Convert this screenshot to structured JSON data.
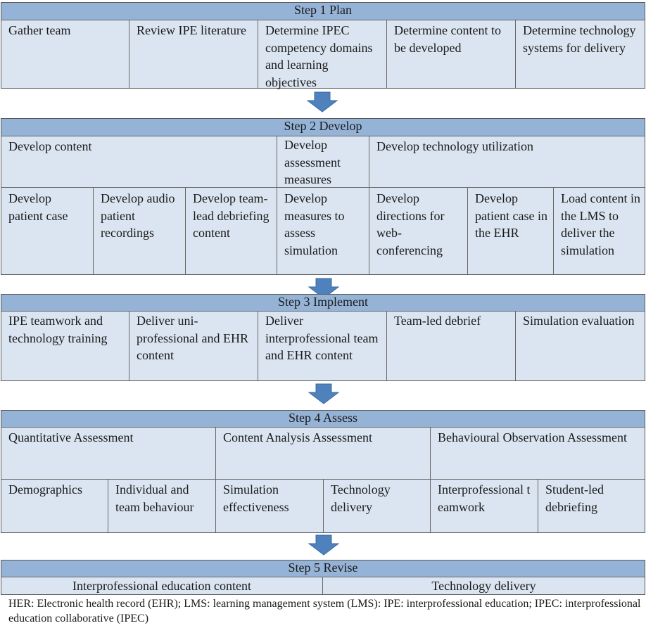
{
  "steps": [
    {
      "header": "Step 1 Plan",
      "rows": [
        [
          "Gather team",
          "Review IPE literature",
          "Determine IPEC competency domains and learning objectives",
          "Determine content to be developed",
          "Determine technology systems for delivery"
        ]
      ]
    },
    {
      "header": "Step 2 Develop",
      "rows": [
        [
          "Develop content",
          "Develop assessment measures",
          "Develop technology utilization"
        ],
        [
          "Develop patient case",
          "Develop audio patient recordings",
          "Develop team-lead debriefing content",
          "Develop measures to assess simulation",
          "Develop directions for web-conferencing",
          "Develop patient case in the EHR",
          "Load content in the LMS to deliver the simulation"
        ]
      ]
    },
    {
      "header": "Step 3 Implement",
      "rows": [
        [
          "IPE teamwork and technology training",
          "Deliver uni-professional and EHR content",
          "Deliver interprofessional team and EHR content",
          "Team-led debrief",
          "Simulation evaluation"
        ]
      ]
    },
    {
      "header": "Step 4 Assess",
      "rows": [
        [
          "Quantitative Assessment",
          "Content Analysis Assessment",
          "Behavioural Observation Assessment"
        ],
        [
          "Demographics",
          "Individual and team behaviour",
          "Simulation effectiveness",
          "Technology delivery",
          "Interprofessional teamwork",
          "Student-led debriefing"
        ]
      ]
    },
    {
      "header": "Step 5 Revise",
      "rows": [
        [
          "Interprofessional education content",
          "Technology delivery"
        ]
      ]
    }
  ],
  "caption": "HER: Electronic health record (EHR); LMS: learning management system (LMS): IPE: interprofessional education; IPEC: interprofessional education collaborative (IPEC)",
  "colors": {
    "header": "#95b3d7",
    "cell": "#dbe5f1",
    "arrow": "#4f81bd"
  },
  "arrow_icon": "down-arrow-icon"
}
